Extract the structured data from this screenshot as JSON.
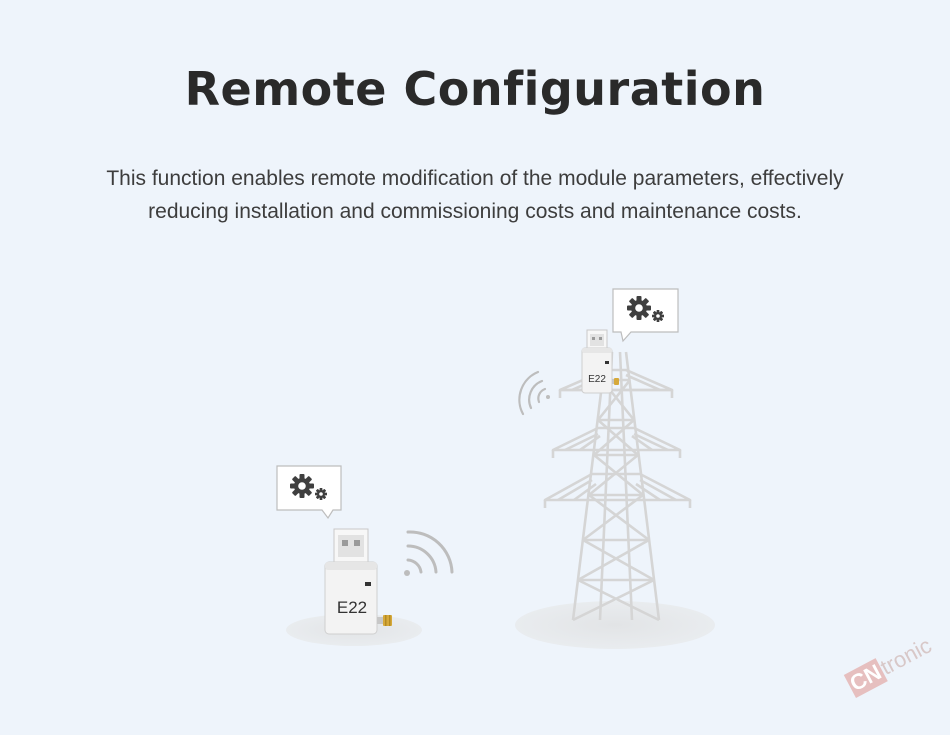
{
  "heading": {
    "title": "Remote Configuration",
    "description_line1": "This function enables remote modification of the module parameters, effectively",
    "description_line2": "reducing installation and commissioning costs and maintenance costs."
  },
  "module": {
    "label": "E22"
  },
  "icons": {
    "settings": "gears-icon",
    "signal": "wifi-signal-icon",
    "tower": "power-tower-icon"
  },
  "watermark": {
    "brand_prefix": "CN",
    "brand_suffix": "tronic"
  },
  "colors": {
    "background": "#eef4fb",
    "title": "#2a2a2a",
    "device_body": "#f2f2f2",
    "antenna": "#d6a93a"
  }
}
